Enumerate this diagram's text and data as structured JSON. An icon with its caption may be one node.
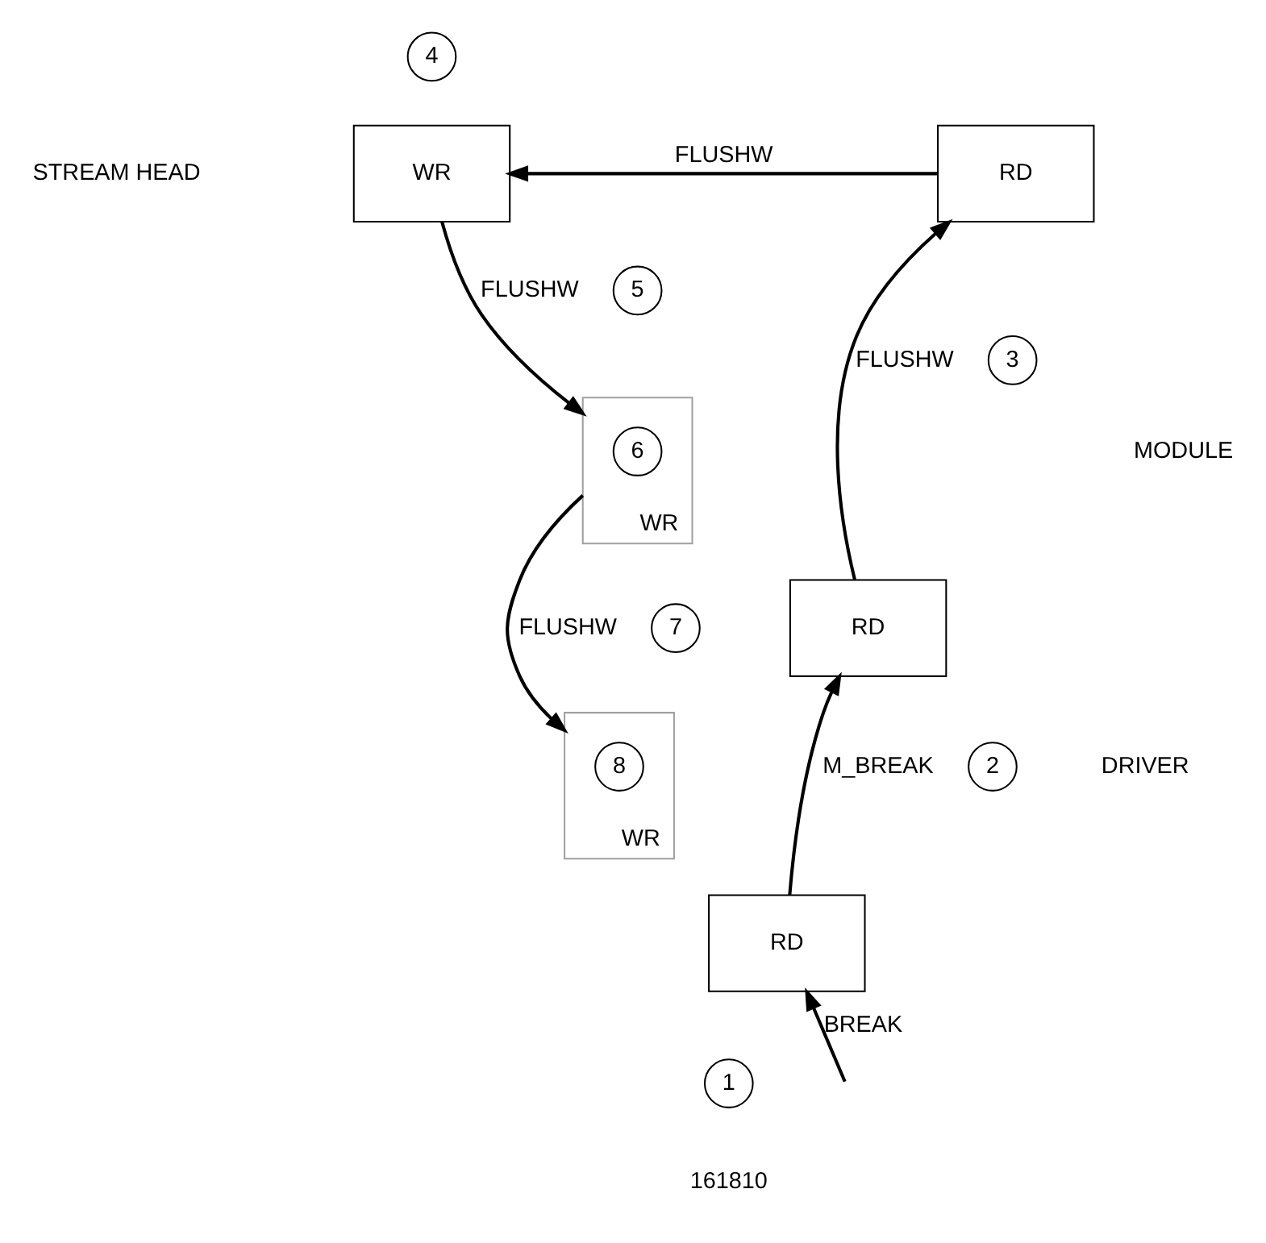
{
  "diagram": {
    "nodes": [
      {
        "text": [
          "WR"
        ]
      },
      {
        "text": [
          "RD"
        ]
      },
      {
        "text": [
          "WR"
        ]
      },
      {
        "text": [
          "6"
        ],
        "in": 2
      },
      {
        "text": [
          "RD"
        ]
      },
      {
        "text": [
          "WR"
        ]
      },
      {
        "text": [
          "8"
        ],
        "in": 5
      },
      {
        "text": [
          "RD"
        ]
      },
      {
        "text": [
          "1"
        ]
      },
      {
        "text": [
          "2"
        ]
      },
      {
        "text": [
          "3"
        ]
      },
      {
        "text": [
          "4"
        ]
      },
      {
        "text": [
          "5"
        ]
      },
      {
        "text": [
          "7"
        ]
      }
    ],
    "edges": [
      {
        "from": null,
        "to": 7,
        "arrow": "to",
        "label": "BREAK"
      },
      {
        "from": 7,
        "to": 4,
        "arrow": "to",
        "label": "M_BREAK"
      },
      {
        "from": 4,
        "to": 1,
        "arrow": "to",
        "label": "FLUSHW"
      },
      {
        "from": 1,
        "to": 0,
        "arrow": "to",
        "label": "FLUSHW"
      },
      {
        "from": 0,
        "to": 2,
        "arrow": "to",
        "label": "FLUSHW"
      },
      {
        "from": 2,
        "to": 5,
        "arrow": "to",
        "label": "FLUSHW"
      }
    ],
    "labels": [
      "STREAM HEAD",
      "MODULE",
      "DRIVER",
      "161810"
    ]
  }
}
